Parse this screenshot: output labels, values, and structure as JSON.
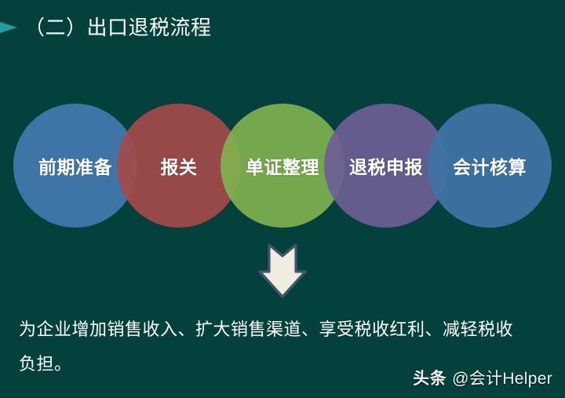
{
  "slide": {
    "background_color": "#04403C",
    "title": {
      "marker_icon": "triangle-right-icon",
      "marker_color": "#1F9E9E",
      "text": "（二）出口退税流程"
    },
    "process": {
      "steps": [
        {
          "label": "前期准备",
          "color": "#3F74A6"
        },
        {
          "label": "报关",
          "color": "#A34A4A"
        },
        {
          "label": "单证整理",
          "color": "#82B24F"
        },
        {
          "label": "退税申报",
          "color": "#6E5E96"
        },
        {
          "label": "会计核算",
          "color": "#3F74A6"
        }
      ],
      "flow_arrow_icon": "arrow-down-icon",
      "flow_arrow_fill": "#EFEDE0",
      "flow_arrow_stroke": "#44546A"
    },
    "summary": "为企业增加销售收入、扩大销售渠道、享受税收红利、减轻税收负担。",
    "watermark": {
      "brand": "头条",
      "handle": "@会计Helper"
    }
  }
}
